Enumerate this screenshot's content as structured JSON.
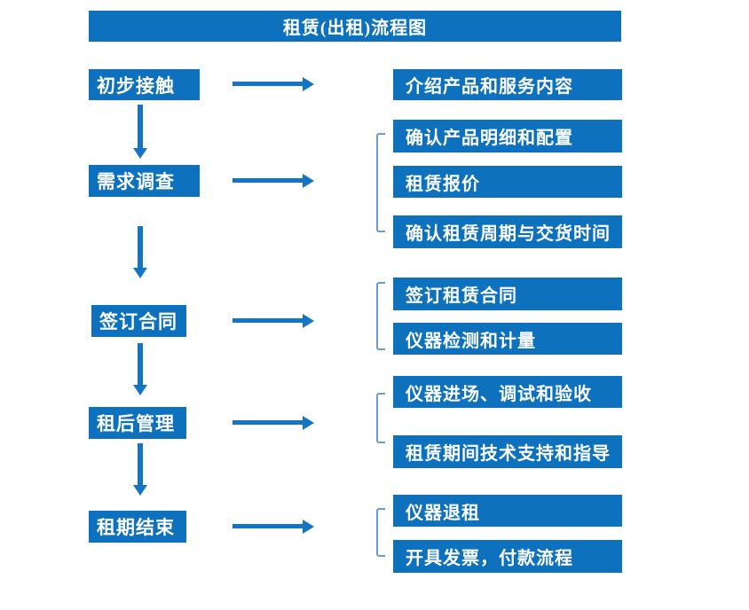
{
  "title": "租赁(出租)流程图",
  "colors": {
    "box_fill": "#0E71BD",
    "arrow": "#1474C6",
    "bracket": "#6C9BD2",
    "box_text": "#FFFFFF",
    "background": "#FFFFFF"
  },
  "steps": [
    {
      "label": "初步接触",
      "details": [
        "介绍产品和服务内容"
      ]
    },
    {
      "label": "需求调查",
      "details": [
        "确认产品明细和配置",
        "租赁报价",
        "确认租赁周期与交货时间"
      ]
    },
    {
      "label": "签订合同",
      "details": [
        "签订租赁合同",
        "仪器检测和计量"
      ]
    },
    {
      "label": "租后管理",
      "details": [
        "仪器进场、调试和验收",
        "租赁期间技术支持和指导"
      ]
    },
    {
      "label": "租期结束",
      "details": [
        "仪器退租",
        "开具发票，付款流程"
      ]
    }
  ]
}
